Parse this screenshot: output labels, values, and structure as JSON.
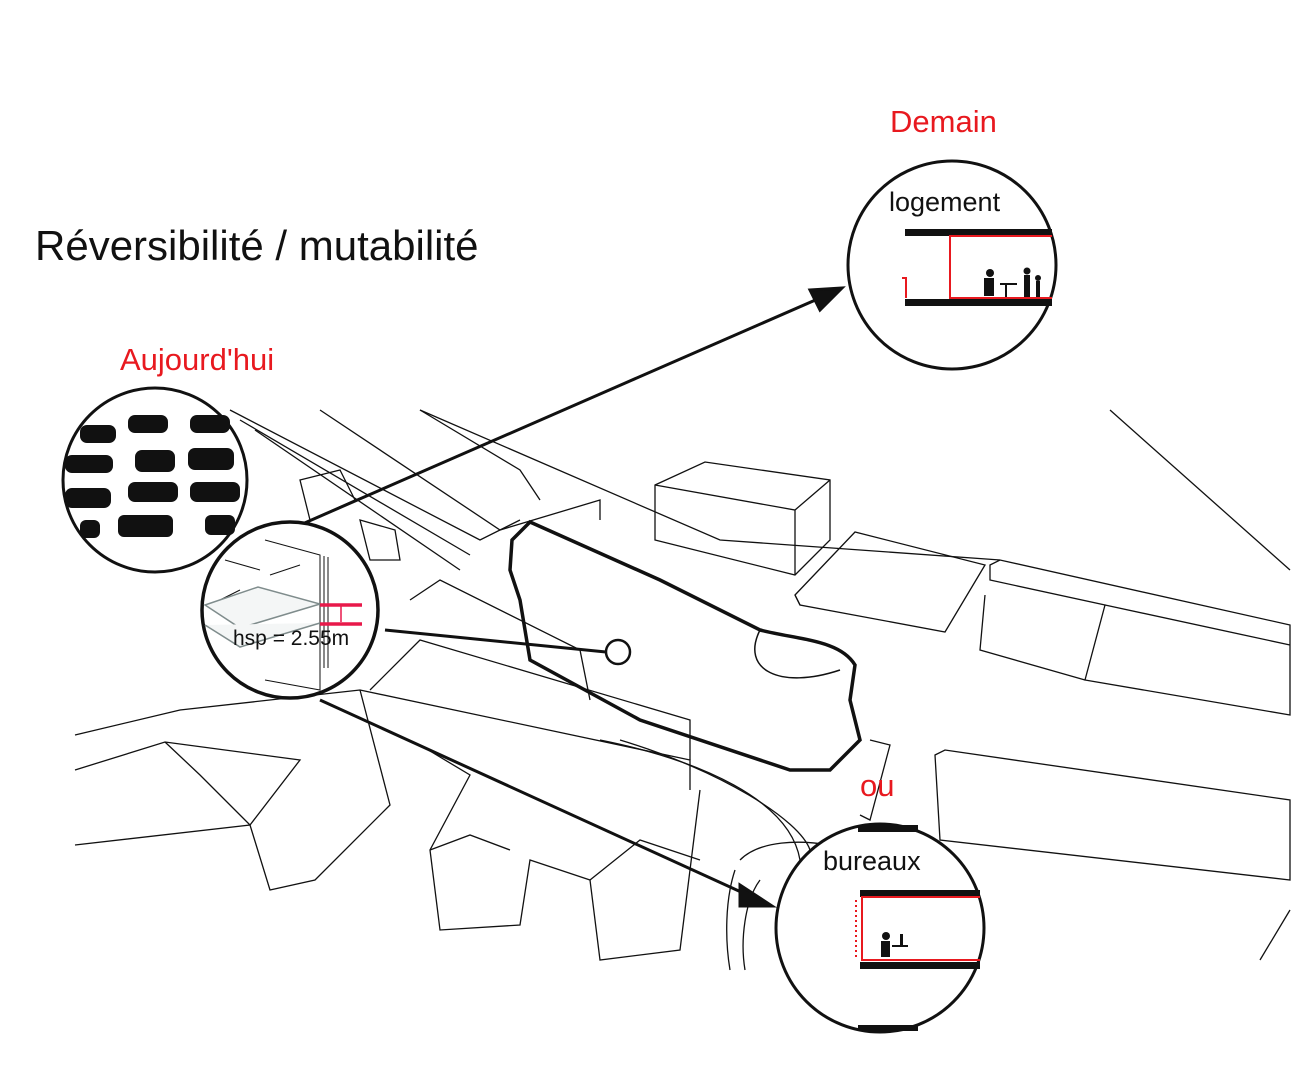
{
  "title": "Réversibilité / mutabilité",
  "today": {
    "label": "Aujourd'hui",
    "icon": "parked-cars-icon",
    "height_label": "hsp = 2.55m"
  },
  "tomorrow": {
    "label": "Demain",
    "option1": {
      "label": "logement",
      "icon": "family-dining-icon"
    },
    "separator": "ou",
    "option2": {
      "label": "bureaux",
      "icon": "office-worker-icon"
    }
  },
  "colors": {
    "accent": "#e8191f",
    "ink": "#111111"
  }
}
